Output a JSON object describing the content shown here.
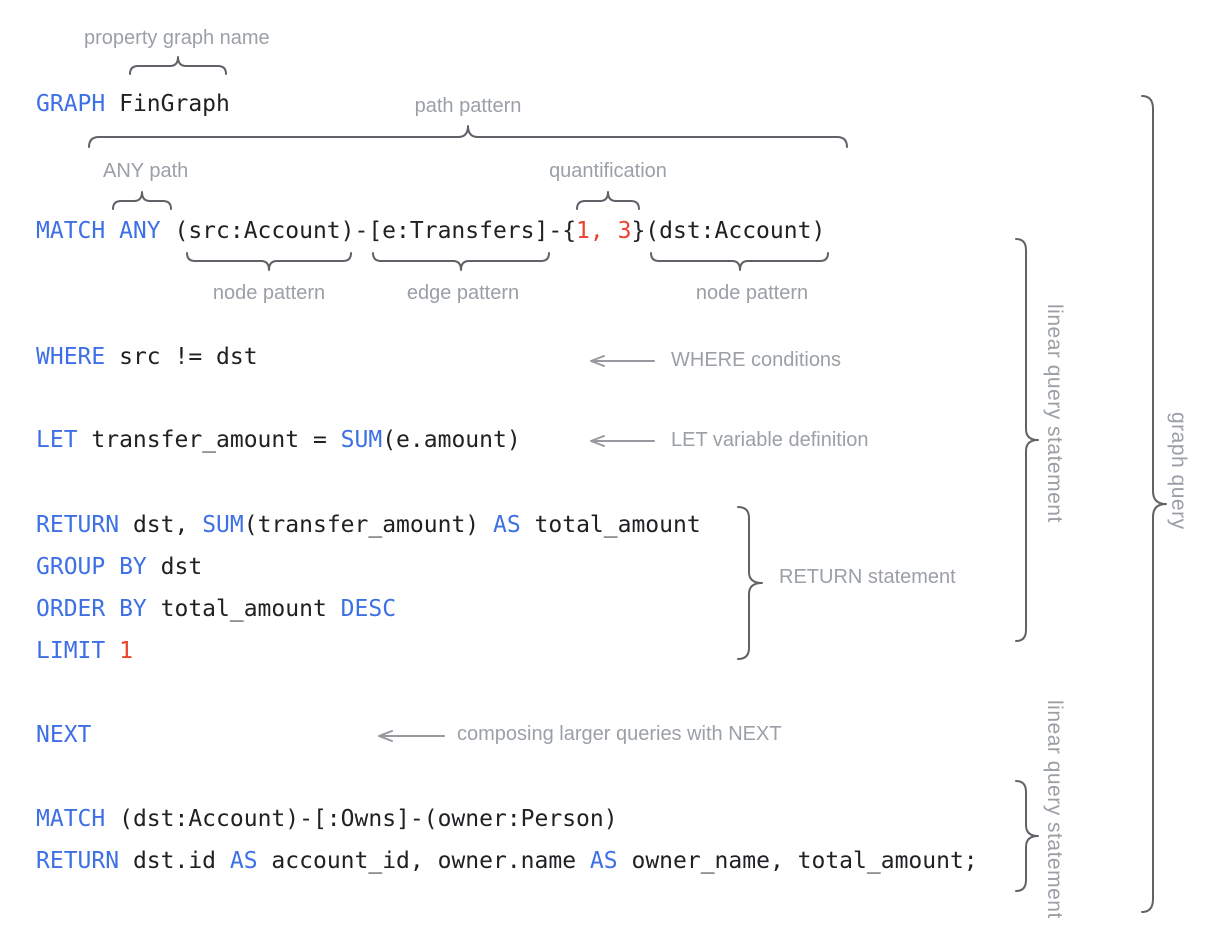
{
  "colors": {
    "keyword": "#3E70E5",
    "number": "#E8442E",
    "code_text": "#202124",
    "annotation": "#9AA0A6",
    "arrow": "#97999E",
    "brace": "#5F6368"
  },
  "code": {
    "graph_clause": [
      {
        "text": "GRAPH",
        "token": "keyword"
      },
      {
        "text": " FinGraph",
        "token": "plain"
      }
    ],
    "match_clause": [
      {
        "text": "MATCH ANY",
        "token": "keyword"
      },
      {
        "text": " (src:Account)-[e:Transfers]-{",
        "token": "plain"
      },
      {
        "text": "1, 3",
        "token": "number"
      },
      {
        "text": "}(dst:Account)",
        "token": "plain"
      }
    ],
    "where_clause": [
      {
        "text": "WHERE",
        "token": "keyword"
      },
      {
        "text": " src != dst",
        "token": "plain"
      }
    ],
    "let_clause": [
      {
        "text": "LET",
        "token": "keyword"
      },
      {
        "text": " transfer_amount = ",
        "token": "plain"
      },
      {
        "text": "SUM",
        "token": "keyword"
      },
      {
        "text": "(e.amount)",
        "token": "plain"
      }
    ],
    "return_clause": [
      {
        "text": "RETURN",
        "token": "keyword"
      },
      {
        "text": " dst, ",
        "token": "plain"
      },
      {
        "text": "SUM",
        "token": "keyword"
      },
      {
        "text": "(transfer_amount) ",
        "token": "plain"
      },
      {
        "text": "AS",
        "token": "keyword"
      },
      {
        "text": " total_amount",
        "token": "plain"
      }
    ],
    "group_by_clause": [
      {
        "text": "GROUP BY",
        "token": "keyword"
      },
      {
        "text": " dst",
        "token": "plain"
      }
    ],
    "order_by_clause": [
      {
        "text": "ORDER BY",
        "token": "keyword"
      },
      {
        "text": " total_amount ",
        "token": "plain"
      },
      {
        "text": "DESC",
        "token": "keyword"
      }
    ],
    "limit_clause": [
      {
        "text": "LIMIT",
        "token": "keyword"
      },
      {
        "text": " ",
        "token": "plain"
      },
      {
        "text": "1",
        "token": "number"
      }
    ],
    "next_clause": [
      {
        "text": "NEXT",
        "token": "keyword"
      }
    ],
    "match2_clause": [
      {
        "text": "MATCH",
        "token": "keyword"
      },
      {
        "text": " (dst:Account)-[:Owns]-(owner:Person)",
        "token": "plain"
      }
    ],
    "return2_clause": [
      {
        "text": "RETURN",
        "token": "keyword"
      },
      {
        "text": " dst.id ",
        "token": "plain"
      },
      {
        "text": "AS",
        "token": "keyword"
      },
      {
        "text": " account_id, owner.name ",
        "token": "plain"
      },
      {
        "text": "AS",
        "token": "keyword"
      },
      {
        "text": " owner_name, total_amount;",
        "token": "plain"
      }
    ]
  },
  "annotations": {
    "property_graph_name": "property graph name",
    "path_pattern": "path pattern",
    "any_path": "ANY path",
    "quantification": "quantification",
    "node_pattern_left": "node pattern",
    "edge_pattern": "edge pattern",
    "node_pattern_right": "node pattern",
    "where_conditions": "WHERE conditions",
    "let_variable_definition": "LET variable definition",
    "return_statement": "RETURN statement",
    "next_composition": "composing larger queries with NEXT",
    "linear_query_statement_top": "linear query statement",
    "linear_query_statement_bottom": "linear query statement",
    "graph_query": "graph query"
  }
}
